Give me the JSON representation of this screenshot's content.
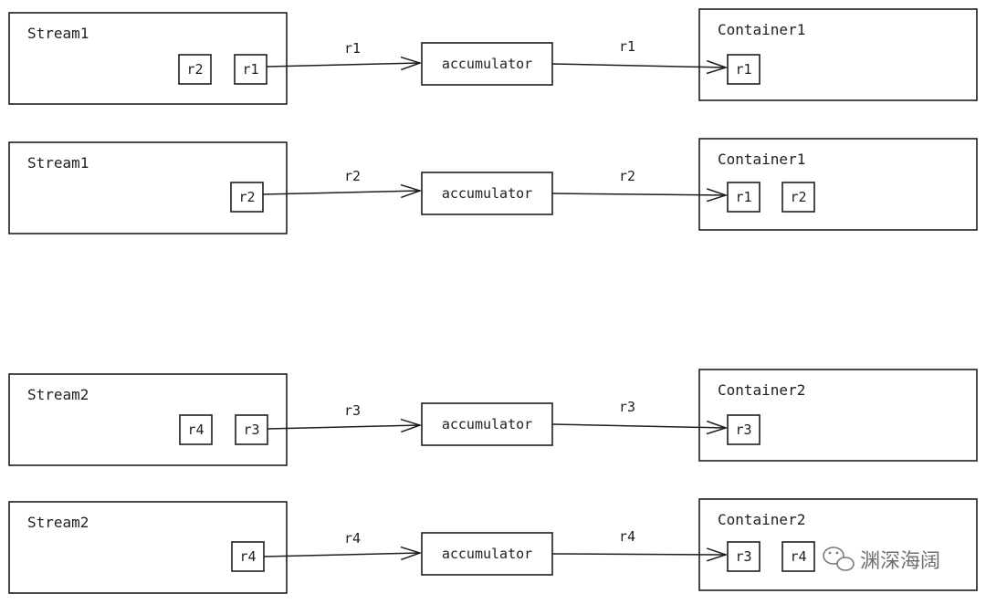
{
  "rows": [
    {
      "stream_label": "Stream1",
      "stream_items": [
        "r2",
        "r1"
      ],
      "in_label": "r1",
      "accumulator_label": "accumulator",
      "out_label": "r1",
      "container_label": "Container1",
      "container_items": [
        "r1"
      ]
    },
    {
      "stream_label": "Stream1",
      "stream_items": [
        "r2"
      ],
      "in_label": "r2",
      "accumulator_label": "accumulator",
      "out_label": "r2",
      "container_label": "Container1",
      "container_items": [
        "r1",
        "r2"
      ]
    },
    {
      "stream_label": "Stream2",
      "stream_items": [
        "r4",
        "r3"
      ],
      "in_label": "r3",
      "accumulator_label": "accumulator",
      "out_label": "r3",
      "container_label": "Container2",
      "container_items": [
        "r3"
      ]
    },
    {
      "stream_label": "Stream2",
      "stream_items": [
        "r4"
      ],
      "in_label": "r4",
      "accumulator_label": "accumulator",
      "out_label": "r4",
      "container_label": "Container2",
      "container_items": [
        "r3",
        "r4"
      ]
    }
  ],
  "watermark": {
    "text": "渊深海阔",
    "icon": "wechat-icon"
  }
}
